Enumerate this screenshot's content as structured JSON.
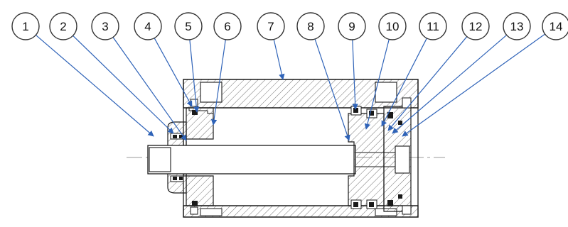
{
  "diagram": {
    "colors": {
      "line": "#1a1a1a",
      "leader": "#2f63b8",
      "hatch": "#555555",
      "centerline": "#9a9a9a",
      "balloon_fill": "#ffffff"
    },
    "callouts": [
      {
        "label": "1"
      },
      {
        "label": "2"
      },
      {
        "label": "3"
      },
      {
        "label": "4"
      },
      {
        "label": "5"
      },
      {
        "label": "6"
      },
      {
        "label": "7"
      },
      {
        "label": "8"
      },
      {
        "label": "9"
      },
      {
        "label": "10"
      },
      {
        "label": "11"
      },
      {
        "label": "12"
      },
      {
        "label": "13"
      },
      {
        "label": "14"
      }
    ]
  }
}
